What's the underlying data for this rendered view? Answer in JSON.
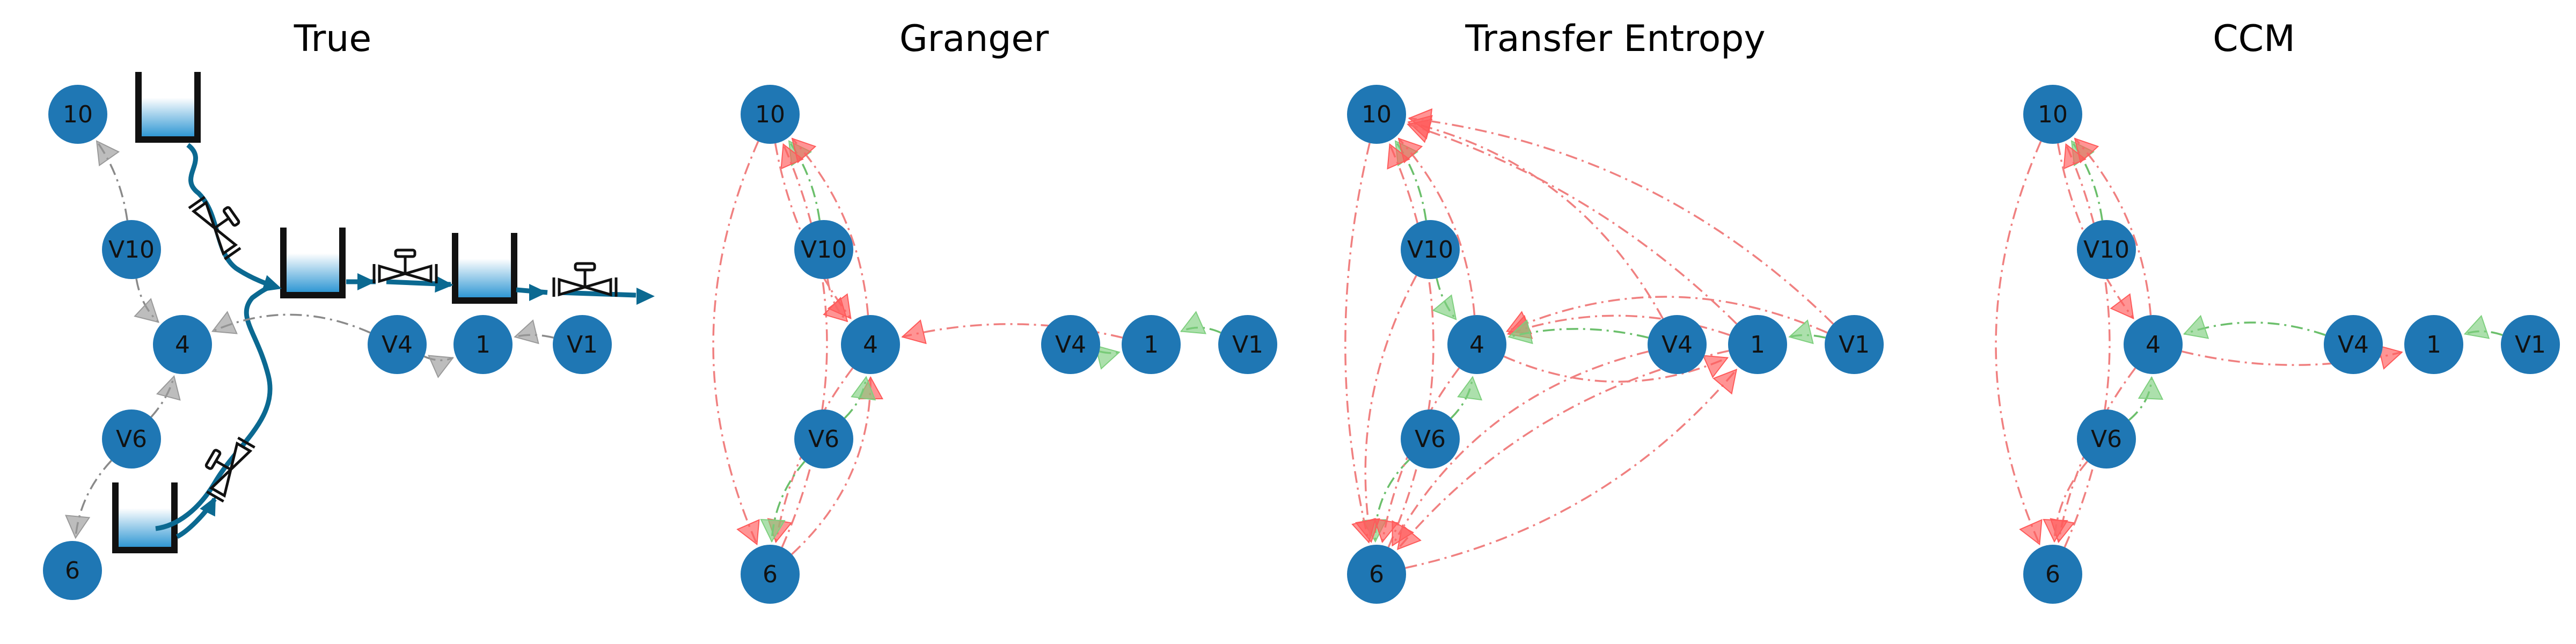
{
  "figure": {
    "panels": [
      {
        "id": "true",
        "title": "True",
        "nodes": [
          "10",
          "V10",
          "4",
          "V4",
          "1",
          "V1",
          "V6",
          "6"
        ],
        "edges": [
          {
            "from": "V10",
            "to": "10",
            "kind": "true"
          },
          {
            "from": "V10",
            "to": "4",
            "kind": "true"
          },
          {
            "from": "V4",
            "to": "4",
            "kind": "true"
          },
          {
            "from": "V6",
            "to": "4",
            "kind": "true"
          },
          {
            "from": "V6",
            "to": "6",
            "kind": "true"
          },
          {
            "from": "V4",
            "to": "1",
            "kind": "true"
          },
          {
            "from": "V1",
            "to": "1",
            "kind": "true"
          }
        ],
        "process_schematic": {
          "tanks": 4,
          "valves": 4,
          "flow_color": "#0b6991"
        }
      },
      {
        "id": "granger",
        "title": "Granger",
        "nodes": [
          "10",
          "V10",
          "4",
          "V4",
          "1",
          "V1",
          "V6",
          "6"
        ],
        "edges": [
          {
            "from": "V10",
            "to": "10",
            "kind": "green"
          },
          {
            "from": "4",
            "to": "10",
            "kind": "red"
          },
          {
            "from": "6",
            "to": "10",
            "kind": "red"
          },
          {
            "from": "10",
            "to": "4",
            "kind": "red"
          },
          {
            "from": "V10",
            "to": "4",
            "kind": "red"
          },
          {
            "from": "6",
            "to": "4",
            "kind": "red"
          },
          {
            "from": "1",
            "to": "4",
            "kind": "red"
          },
          {
            "from": "V6",
            "to": "4",
            "kind": "green"
          },
          {
            "from": "10",
            "to": "6",
            "kind": "red"
          },
          {
            "from": "4",
            "to": "6",
            "kind": "red"
          },
          {
            "from": "V6",
            "to": "6",
            "kind": "green"
          },
          {
            "from": "V1",
            "to": "1",
            "kind": "green"
          },
          {
            "from": "V4",
            "to": "1",
            "kind": "green"
          }
        ]
      },
      {
        "id": "transfer-entropy",
        "title": "Transfer Entropy",
        "nodes": [
          "10",
          "V10",
          "4",
          "V4",
          "1",
          "V1",
          "V6",
          "6"
        ],
        "edges": [
          {
            "from": "V10",
            "to": "10",
            "kind": "green"
          },
          {
            "from": "4",
            "to": "10",
            "kind": "red"
          },
          {
            "from": "V4",
            "to": "10",
            "kind": "red"
          },
          {
            "from": "1",
            "to": "10",
            "kind": "red"
          },
          {
            "from": "V1",
            "to": "10",
            "kind": "red"
          },
          {
            "from": "6",
            "to": "10",
            "kind": "red"
          },
          {
            "from": "V10",
            "to": "4",
            "kind": "green"
          },
          {
            "from": "1",
            "to": "4",
            "kind": "red"
          },
          {
            "from": "V1",
            "to": "4",
            "kind": "red"
          },
          {
            "from": "V4",
            "to": "4",
            "kind": "green"
          },
          {
            "from": "V6",
            "to": "4",
            "kind": "green"
          },
          {
            "from": "4",
            "to": "1",
            "kind": "red"
          },
          {
            "from": "V1",
            "to": "1",
            "kind": "green"
          },
          {
            "from": "6",
            "to": "1",
            "kind": "red"
          },
          {
            "from": "V6",
            "to": "6",
            "kind": "green"
          },
          {
            "from": "4",
            "to": "6",
            "kind": "red"
          },
          {
            "from": "1",
            "to": "6",
            "kind": "red"
          },
          {
            "from": "V4",
            "to": "6",
            "kind": "red"
          },
          {
            "from": "10",
            "to": "6",
            "kind": "red"
          },
          {
            "from": "V10",
            "to": "6",
            "kind": "red"
          }
        ]
      },
      {
        "id": "ccm",
        "title": "CCM",
        "nodes": [
          "10",
          "V10",
          "4",
          "V4",
          "1",
          "V1",
          "V6",
          "6"
        ],
        "edges": [
          {
            "from": "V10",
            "to": "10",
            "kind": "green"
          },
          {
            "from": "4",
            "to": "10",
            "kind": "red"
          },
          {
            "from": "6",
            "to": "10",
            "kind": "red"
          },
          {
            "from": "10",
            "to": "4",
            "kind": "red"
          },
          {
            "from": "V4",
            "to": "4",
            "kind": "green"
          },
          {
            "from": "V6",
            "to": "4",
            "kind": "green"
          },
          {
            "from": "4",
            "to": "1",
            "kind": "red"
          },
          {
            "from": "V1",
            "to": "1",
            "kind": "green"
          },
          {
            "from": "10",
            "to": "6",
            "kind": "red"
          },
          {
            "from": "4",
            "to": "6",
            "kind": "red"
          },
          {
            "from": "V6",
            "to": "6",
            "kind": "red"
          }
        ]
      }
    ],
    "colors": {
      "node": "#1f77b4",
      "edge_true": "#8a8a8a",
      "edge_red": "#f08080",
      "edge_green": "#6bbf6b",
      "arrow_red": "#ff5a5a",
      "arrow_green": "#7fd07f",
      "arrow_true": "#9a9a9a"
    }
  }
}
